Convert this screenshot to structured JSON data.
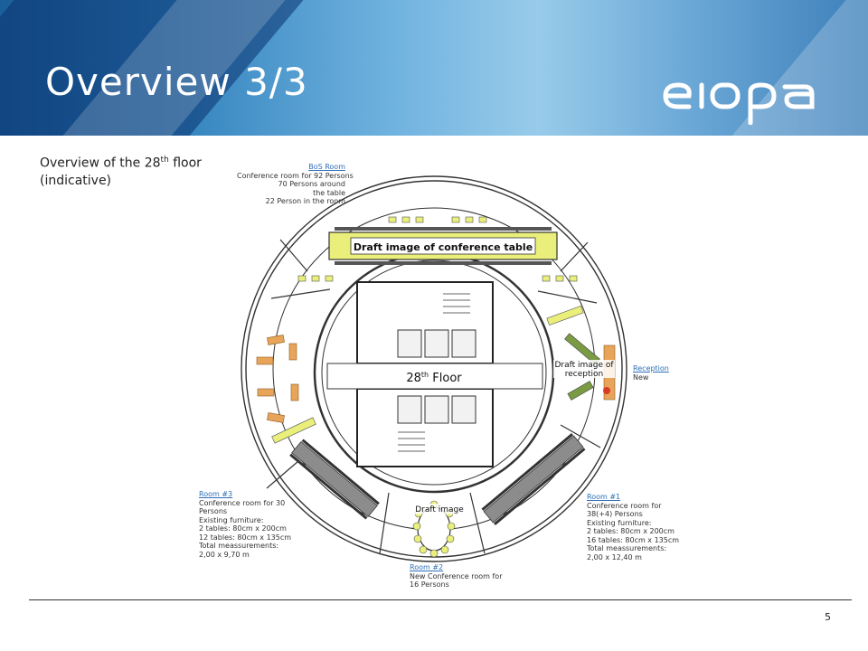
{
  "header": {
    "title": "Overview 3/3",
    "logo_text": "eiopa"
  },
  "caption": {
    "line1": "Overview of the 28",
    "sup": "th",
    "line1_end": " floor",
    "line2": "(indicative)"
  },
  "plan": {
    "center_label": "28",
    "center_sup": "th",
    "center_end": " Floor",
    "draft_conference": "Draft image of conference table",
    "draft_reception_1": "Draft image of",
    "draft_reception_2": "reception",
    "draft_room2": "Draft image"
  },
  "labels": {
    "bos": {
      "title": "BoS Room",
      "lines": [
        "Conference room for 92 Persons",
        "70 Persons around",
        "the table",
        "22 Person in the room"
      ]
    },
    "reception": {
      "title": "Reception",
      "lines": [
        "New"
      ]
    },
    "room3": {
      "title": "Room #3",
      "lines": [
        "Conference room for 30",
        "Persons",
        "Existing furniture:",
        "2 tables: 80cm x 200cm",
        "12 tables: 80cm x 135cm",
        "Total meassurements:",
        "2,00 x 9,70 m"
      ]
    },
    "room1": {
      "title": "Room #1",
      "lines": [
        "Conference room for",
        "38(+4) Persons",
        "Existing furniture:",
        "2 tables: 80cm x 200cm",
        "16 tables: 80cm x 135cm",
        "Total meassurements:",
        "2,00 x 12,40 m"
      ]
    },
    "room2": {
      "title": "Room #2",
      "lines": [
        "New Conference room for",
        "16 Persons"
      ]
    }
  },
  "footer": {
    "page_number": "5"
  },
  "colors": {
    "accent_blue": "#2d6fb8",
    "highlight_yellow": "#e9ef7a",
    "header_blue": "#2e7fbb"
  }
}
